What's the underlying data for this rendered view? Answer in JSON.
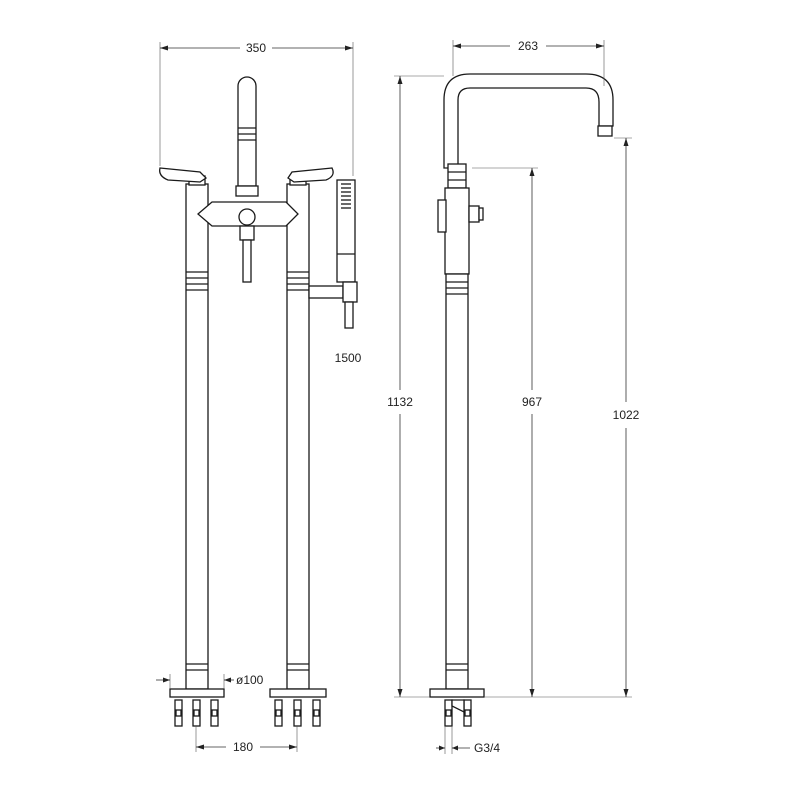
{
  "drawing": {
    "line_color": "#1a1a1a",
    "background": "#ffffff",
    "dimensions": {
      "front_width": "350",
      "spout_reach": "263",
      "total_height": "1132",
      "outlet_height": "1022",
      "body_height": "967",
      "hose_length": "1500",
      "base_diameter": "ø100",
      "leg_spacing": "180",
      "connection_thread": "G3/4"
    }
  }
}
